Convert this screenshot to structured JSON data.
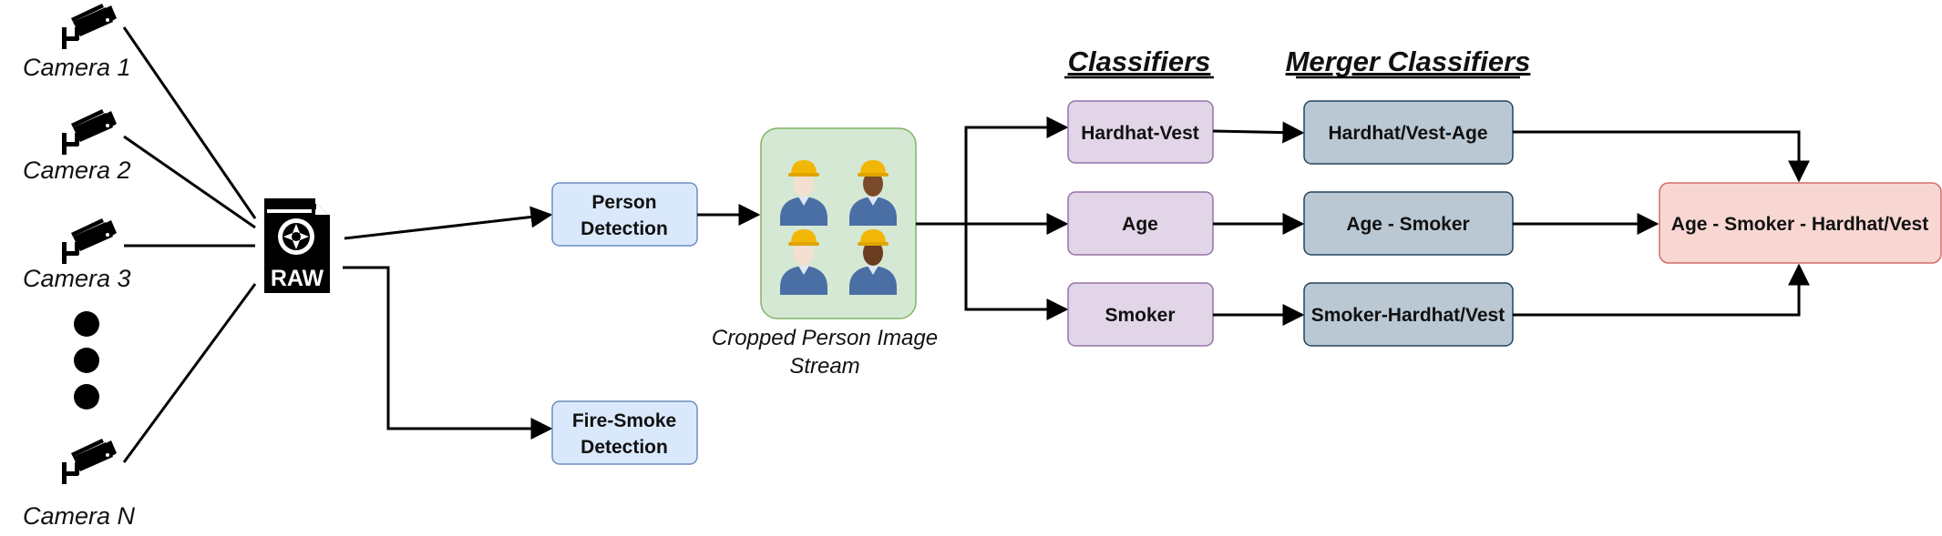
{
  "cameras": {
    "cam1": "Camera 1",
    "cam2": "Camera 2",
    "cam3": "Camera 3",
    "camN": "Camera N"
  },
  "raw_icon": {
    "label": "RAW"
  },
  "detection": {
    "person_line1": "Person",
    "person_line2": "Detection",
    "fire_line1": "Fire-Smoke",
    "fire_line2": "Detection"
  },
  "crop_stream": {
    "caption_line1": "Cropped Person Image",
    "caption_line2": "Stream"
  },
  "headings": {
    "classifiers": "Classifiers",
    "merger": "Merger Classifiers"
  },
  "classifiers": {
    "hardhat_vest": "Hardhat-Vest",
    "age": "Age",
    "smoker": "Smoker"
  },
  "mergers": {
    "hardhat_vest_age": "Hardhat/Vest-Age",
    "age_smoker": "Age - Smoker",
    "smoker_hardhat_vest": "Smoker-Hardhat/Vest"
  },
  "final": {
    "label": "Age - Smoker - Hardhat/Vest"
  },
  "colors": {
    "detection_fill": "#dae8fc",
    "detection_stroke": "#6c8ebf",
    "stream_fill": "#d5e8d4",
    "stream_stroke": "#82b366",
    "classifier_fill": "#e1d5e7",
    "classifier_stroke": "#9673a6",
    "merger_fill": "#bac8d3",
    "merger_stroke": "#23445d",
    "final_fill": "#f8d7d3",
    "final_stroke": "#d36b6b"
  }
}
